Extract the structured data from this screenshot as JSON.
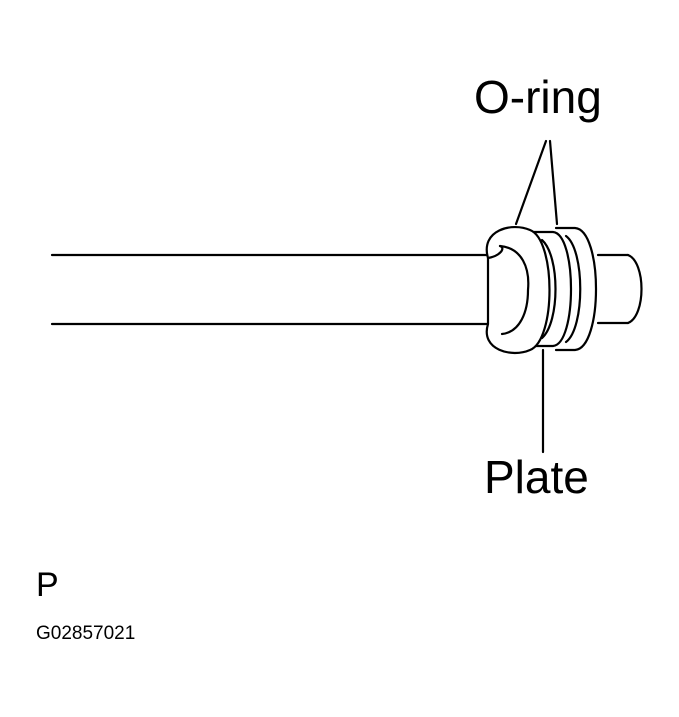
{
  "labels": {
    "oring": "O-ring",
    "plate": "Plate"
  },
  "view_letter": "P",
  "figure_id": "G02857021",
  "colors": {
    "line": "#000000",
    "background": "#ffffff"
  }
}
